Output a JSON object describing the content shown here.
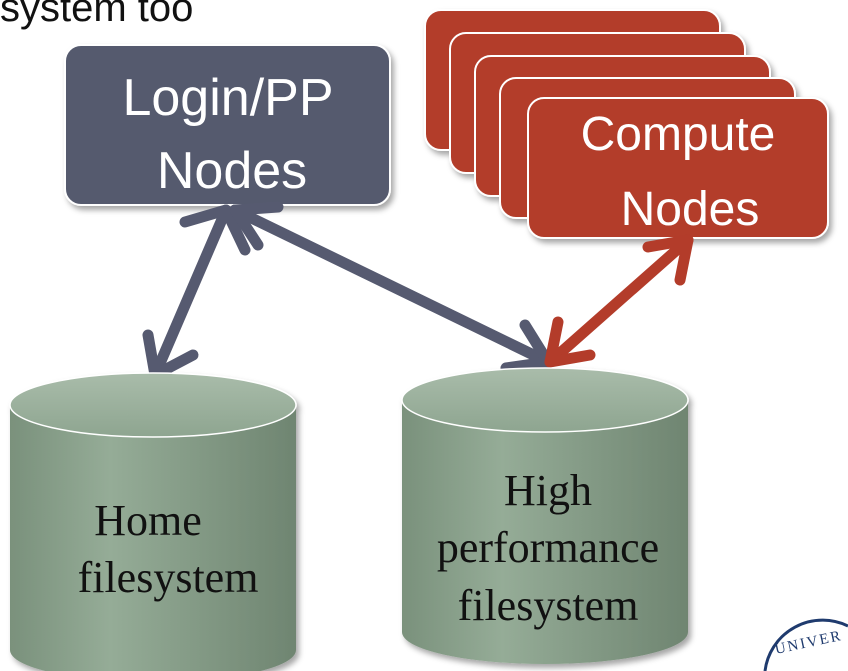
{
  "header": {
    "title_fragment": "system too"
  },
  "nodes": {
    "login": {
      "label_line1": "Login/PP",
      "label_line2": "Nodes"
    },
    "compute": {
      "label_line1": "Compute",
      "label_line2": "Nodes"
    }
  },
  "storage": {
    "home": {
      "label_line1": "Home",
      "label_line2": "filesystem"
    },
    "hpfs": {
      "label_line1": "High",
      "label_line2": "performance",
      "label_line3": "filesystem"
    }
  },
  "logo": {
    "text": "UNIVER"
  },
  "colors": {
    "login_fill": "#555a6e",
    "compute_fill": "#b33c2a",
    "cylinder_fill": "#8ea590",
    "arrow_login": "#565a70",
    "arrow_compute": "#b33c2a"
  }
}
